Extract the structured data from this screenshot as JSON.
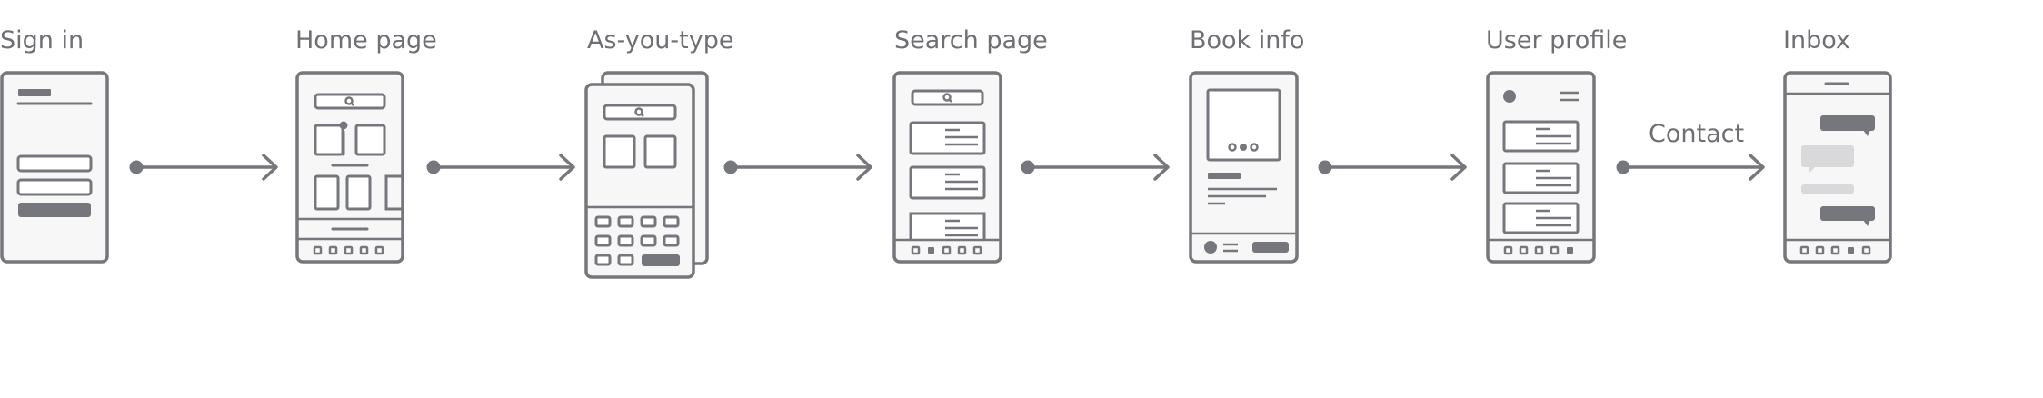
{
  "screens": [
    {
      "id": "sign-in",
      "label": "Sign in"
    },
    {
      "id": "home-page",
      "label": "Home page"
    },
    {
      "id": "as-you-type",
      "label": "As-you-type"
    },
    {
      "id": "search-page",
      "label": "Search page"
    },
    {
      "id": "book-info",
      "label": "Book info"
    },
    {
      "id": "user-profile",
      "label": "User profile"
    },
    {
      "id": "inbox",
      "label": "Inbox"
    }
  ],
  "edges": [
    {
      "from": "sign-in",
      "to": "home-page",
      "label": ""
    },
    {
      "from": "home-page",
      "to": "as-you-type",
      "label": ""
    },
    {
      "from": "as-you-type",
      "to": "search-page",
      "label": ""
    },
    {
      "from": "search-page",
      "to": "book-info",
      "label": ""
    },
    {
      "from": "book-info",
      "to": "user-profile",
      "label": ""
    },
    {
      "from": "user-profile",
      "to": "inbox",
      "label": "Contact"
    }
  ],
  "colors": {
    "stroke": "#76777c",
    "screen_fill": "#f7f7f7",
    "label_text": "#6f6f73"
  }
}
